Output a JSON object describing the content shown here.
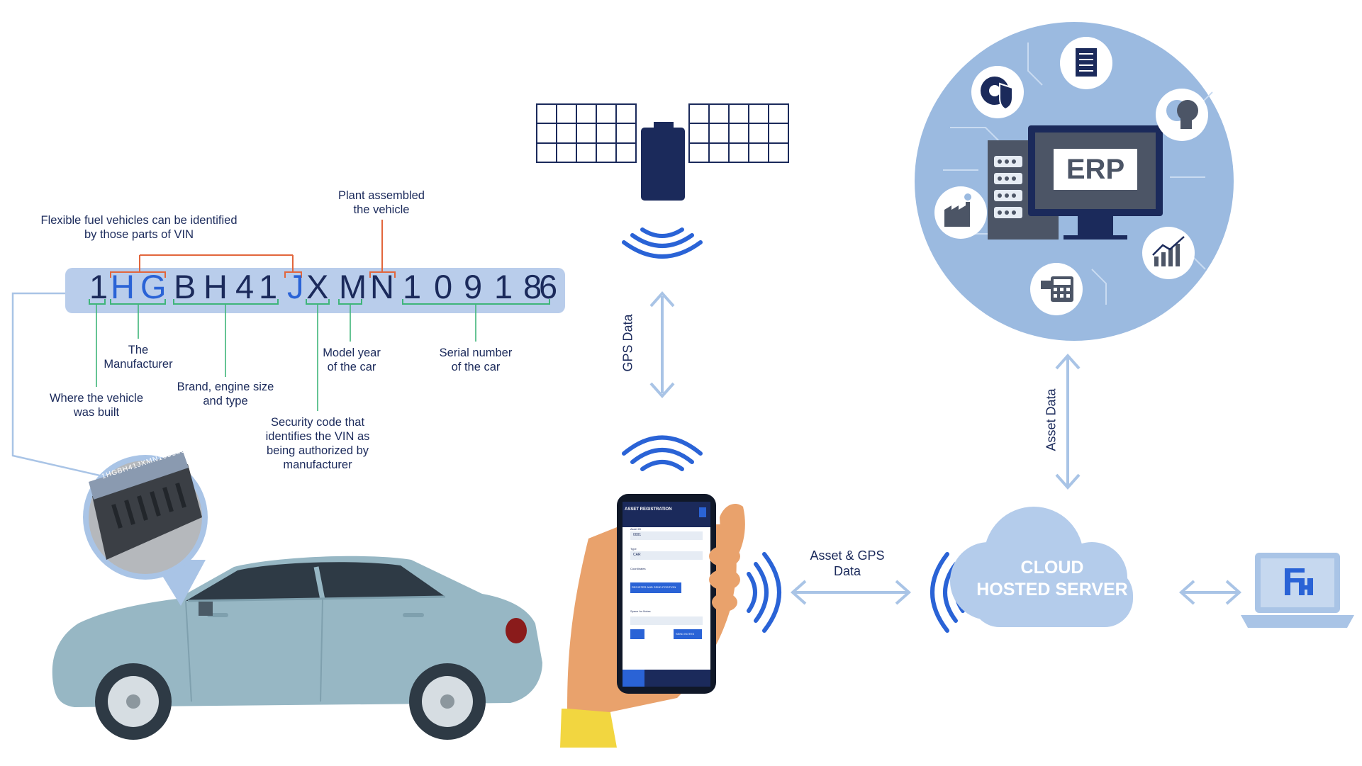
{
  "vin": {
    "characters": [
      "1",
      "H",
      "G",
      "B",
      "H",
      "4",
      "1",
      "J",
      "X",
      "M",
      "N",
      "1",
      "0",
      "9",
      "1",
      "8",
      "6"
    ],
    "highlight_color": "#2a63d6",
    "normal_color": "#1b2a5b",
    "plate_text": "1HGBH41JXMN109186"
  },
  "annotations": {
    "flex_fuel": "Flexible fuel vehicles can be identified by those parts of VIN",
    "plant": "Plant assembled the vehicle",
    "where_built": "Where the vehicle was built",
    "manufacturer": "The Manufacturer",
    "brand": "Brand, engine size and type",
    "security": "Security code that identifies the VIN as being authorized by manufacturer",
    "model_year": "Model year of the car",
    "serial": "Serial number of the car"
  },
  "flow": {
    "gps_data": "GPS Data",
    "asset_gps_data": "Asset & GPS Data",
    "asset_data": "Asset Data"
  },
  "cloud": {
    "line1": "CLOUD",
    "line2": "HOSTED SERVER"
  },
  "erp": {
    "label": "ERP"
  },
  "phone_app": {
    "title": "ASSET REGISTRATION",
    "asset_id_label": "Asset ID",
    "asset_id_value": "0001",
    "type_label": "Type",
    "type_value": "CAR",
    "coordinates_label": "Coordinates",
    "register_button": "REGISTER AND SEND POSITION",
    "notes_label": "Space for Notes",
    "send_notes_button": "SEND NOTES"
  },
  "colors": {
    "navy": "#1b2a5b",
    "signal_blue": "#2a63d6",
    "light_blue": "#a9c4e6",
    "cloud_blue": "#b4cceb",
    "orange": "#e2663c",
    "green": "#3fb57a",
    "car": "#97b7c4"
  },
  "icons": [
    "satellite-icon",
    "wifi-signal-icon",
    "smartphone-icon",
    "hand-icon",
    "car-icon",
    "magnifier-icon",
    "cloud-icon",
    "laptop-icon",
    "erp-monitor-icon",
    "server-icon",
    "document-icon",
    "gear-shield-icon",
    "people-icon",
    "factory-icon",
    "growth-chart-icon",
    "calculator-icon"
  ]
}
